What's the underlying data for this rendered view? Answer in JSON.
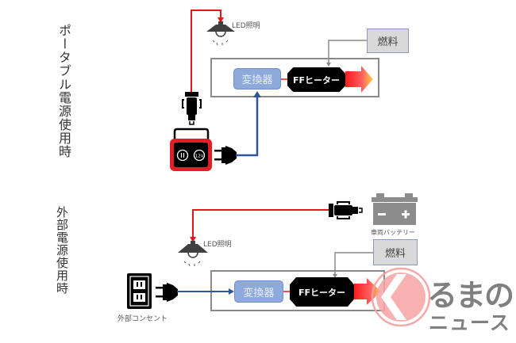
{
  "sections": {
    "portable": {
      "title": "ポータブル電源使用時",
      "led_label": "LED照明",
      "converter_label": "変換器",
      "heater_label": "FFヒーター",
      "fuel_label": "燃料",
      "power_station_buttons": [
        "II",
        "12V"
      ]
    },
    "external": {
      "title": "外部電源使用時",
      "led_label": "LED照明",
      "converter_label": "変換器",
      "heater_label": "FFヒーター",
      "fuel_label": "燃料",
      "battery_label": "車両バッテリー",
      "outlet_label": "外部コンセント"
    }
  },
  "colors": {
    "power_line_red": "#e8141c",
    "signal_line_blue": "#2f5597",
    "fuel_line_gray": "#8a8a8a",
    "converter_fill": "#8eaadb",
    "heater_fill": "#000000",
    "fuel_fill": "#d9d9d9",
    "logo_red": "#f4a0a0",
    "logo_gray": "#808080"
  },
  "logo": {
    "line1": "るまの",
    "line2": "ニュース"
  }
}
